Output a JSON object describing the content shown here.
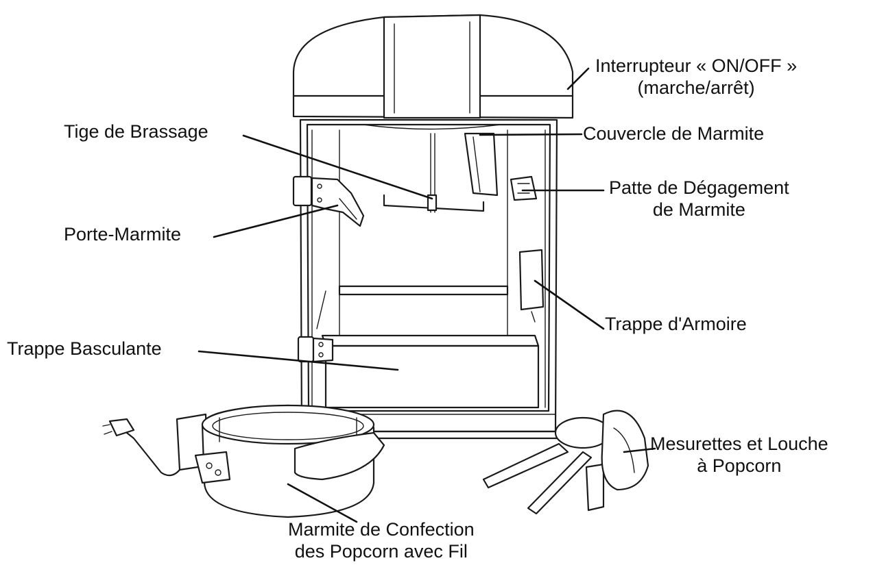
{
  "labels": {
    "power_switch": {
      "line1": "Interrupteur « ON/OFF »",
      "line2": "(marche/arrêt)"
    },
    "stir_rod": {
      "line1": "Tige de Brassage"
    },
    "kettle_lid": {
      "line1": "Couvercle de Marmite"
    },
    "release_tab": {
      "line1": "Patte de Dégagement",
      "line2": "de Marmite"
    },
    "kettle_holder": {
      "line1": "Porte-Marmite"
    },
    "cabinet_door": {
      "line1": "Trappe d'Armoire"
    },
    "tilting_door": {
      "line1": "Trappe Basculante"
    },
    "scoops": {
      "line1": "Mesurettes et Louche",
      "line2": "à Popcorn"
    },
    "kettle": {
      "line1": "Marmite de Confection",
      "line2": "des Popcorn avec Fil"
    }
  }
}
